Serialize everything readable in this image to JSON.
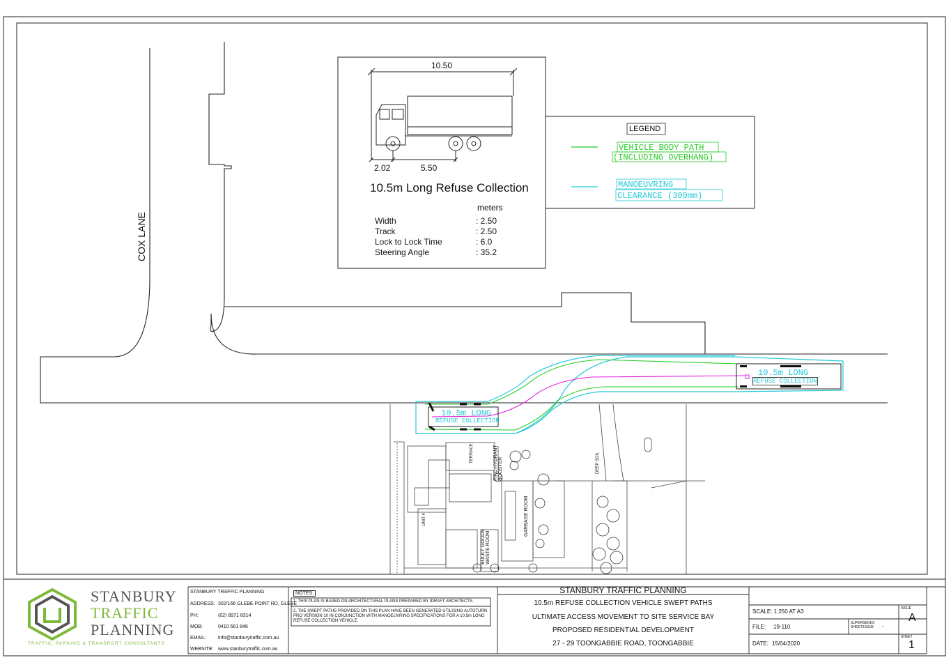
{
  "vehicle": {
    "overall_length": "10.50",
    "front_overhang": "2.02",
    "wheelbase": "5.50",
    "title": "10.5m Long Refuse Collection",
    "units": "meters",
    "specs": [
      {
        "label": "Width",
        "value": ":  2.50"
      },
      {
        "label": "Track",
        "value": ":  2.50"
      },
      {
        "label": "Lock to Lock Time",
        "value": ":  6.0"
      },
      {
        "label": "Steering Angle",
        "value": ":  35.2"
      }
    ]
  },
  "legend": {
    "title": "LEGEND",
    "body_path_line1": "VEHICLE BODY PATH",
    "body_path_line2": "(INCLUDING OVERHANG)",
    "clearance_line1": "MANOEUVRING",
    "clearance_line2": "CLEARANCE (300mm)",
    "body_path_color": "#22cc22",
    "clearance_color": "#22c8d8",
    "path_color": "#e020e0"
  },
  "plan": {
    "street_name": "COX LANE",
    "truck_label_1": "10.5m LONG",
    "truck_label_2": "REFUSE COLLECTION",
    "room_labels": {
      "fire": "FIRE HYDRANT BOOSTER",
      "garbage": "GARBAGE ROOM",
      "bulky": "BULKY GOODS WASTE ROOM",
      "unit": "UNIT 4",
      "terrace": "TERRACE",
      "deep_soil": "DEEP SOIL"
    }
  },
  "title_block": {
    "company_line1": "STANBURY",
    "company_line2": "TRAFFIC",
    "company_line3": "PLANNING",
    "tagline": "TRAFFIC, PARKING & TRANSPORT CONSULTANTS",
    "contact_header": "STANBURY TRAFFIC PLANNING",
    "address_label": "ADDRESS:",
    "address": "302/166 GLEBE POINT RD, GLEBE",
    "ph_label": "PH:",
    "ph": "(02) 8971 8314",
    "mob_label": "MOB:",
    "mob": "0410 561 848",
    "email_label": "EMAIL:",
    "email": "info@stanburytraffic.com.au",
    "website_label": "WEBSITE:",
    "website": "www.stanburytraffic.com.au",
    "notes_label": "NOTES:",
    "note1": "1. THIS PLAN IS BASED ON ARCHITECTURAL PLANS PREPARED BY IDRAFT ARCHITECTS.",
    "note2a": "2. THE SWEPT PATHS PROVIDED ON THIS PLAN HAVE BEEN GENERATED UTILISING AUTOTURN",
    "note2b": "PRO VERSION 10 IN CONJUNCTION WITH MANOEUVRING SPECIFICATIONS FOR A 10.5m LONG",
    "note2c": "REFUSE COLLECTION VEHICLE.",
    "project_header": "STANBURY TRAFFIC PLANNING",
    "project_line1": "10.5m REFUSE COLLECTION VEHICLE SWEPT PATHS",
    "project_line2": "ULTIMATE  ACCESS MOVEMENT TO SITE SERVICE BAY",
    "project_line3": "PROPOSED RESIDENTIAL DEVELOPMENT",
    "project_line4": "27 - 29 TOONGABBIE ROAD, TOONGABBIE",
    "scale": "SCALE:  1:250 AT A3",
    "file_label": "FILE:",
    "file": "19-110",
    "supersedes": "SUPERSEDES SHEET/ISSUE",
    "supersedes_value": "-",
    "date_label": "DATE:",
    "date": "15/04/2020",
    "issue_label": "ISSUE",
    "issue": "A",
    "sheet_label": "SHEET",
    "sheet": "1"
  }
}
